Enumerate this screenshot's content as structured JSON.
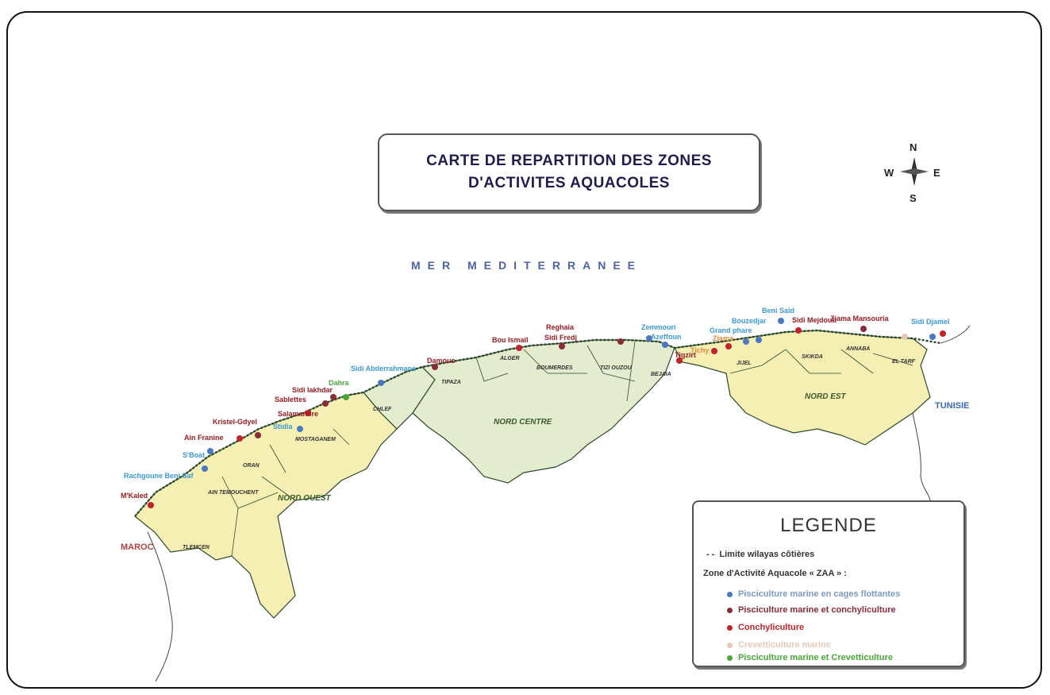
{
  "title": {
    "line1": "CARTE DE REPARTITION DES ZONES",
    "line2": "D'ACTIVITES AQUACOLES"
  },
  "sea_label": "MER MEDITERRANEE",
  "compass": {
    "n": "N",
    "s": "S",
    "e": "E",
    "w": "W"
  },
  "colors": {
    "land": "#f6efb4",
    "land_center": "#e4ecd0",
    "border": "#2b4a2b",
    "blue_site": "#4a78c2",
    "red_site": "#c0232a",
    "brown_site": "#8a2a3a",
    "green_site": "#4aa83a"
  },
  "countries": {
    "west": "MAROC",
    "east": "TUNISIE"
  },
  "zones": {
    "nord_ouest": "NORD OUEST",
    "nord_centre": "NORD CENTRE",
    "nord_est": "NORD EST"
  },
  "wilayas": [
    "TLEMCEN",
    "AIN TEMOUCHENT",
    "ORAN",
    "MOSTAGANEM",
    "CHLEF",
    "TIPAZA",
    "ALGER",
    "BOUMERDES",
    "TIZI OUZOU",
    "BEJAIA",
    "JIJEL",
    "SKIKDA",
    "ANNABA",
    "EL TARF"
  ],
  "sites": [
    "M'Kaled",
    "Rachgoune Beni Saf",
    "S'Boat",
    "Ain Franine",
    "Kristel-Gdyel",
    "Stidia",
    "Salamandre",
    "Sablettes",
    "Sidi lakhdar",
    "Dahra",
    "Sidi Abderrahmane",
    "Damous",
    "Bou Ismail",
    "Sidi Fredj",
    "Reghaia",
    "Zemmouri",
    "Azeffoun",
    "Tigzirt",
    "Tichy",
    "Ziama",
    "Grand phare",
    "Beni Said",
    "Bouzedjar",
    "Sidi Mejdoub",
    "Ziama Mansouria",
    "Sidi Djamel"
  ],
  "legend": {
    "title": "LEGENDE",
    "boundary": "Limite wilayas côtières",
    "zaa": "Zone d'Activité Aquacole « ZAA » :",
    "items": [
      "Pisciculture marine en cages flottantes",
      "Pisciculture marine et conchyliculture",
      "Conchyliculture",
      "Crevetticulture marine",
      "Pisciculture marine et Crevetticulture"
    ]
  }
}
